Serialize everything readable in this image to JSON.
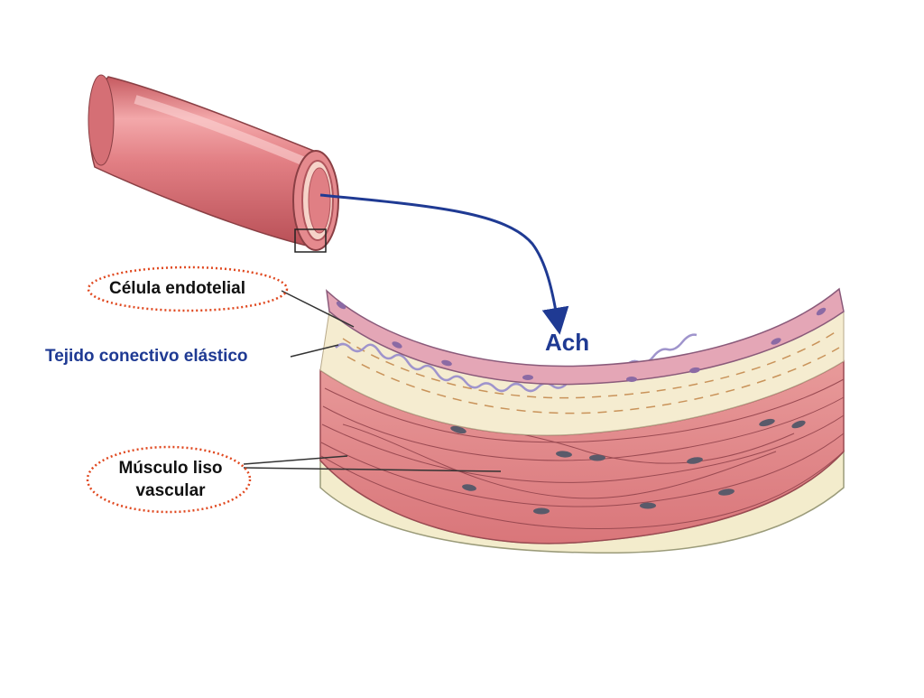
{
  "labels": {
    "endothelial_cell": "Célula endotelial",
    "elastic_connective_tissue": "Tejido conectivo elástico",
    "smooth_muscle_line1": "Músculo liso",
    "smooth_muscle_line2": "vascular",
    "ach": "Ach"
  },
  "colors": {
    "vessel": "#e07f84",
    "vessel_shadow": "#c96569",
    "muscle": "#e38d8e",
    "muscle_nucleus": "#5a5a6a",
    "endothelium": "#e4a6b6",
    "endothelial_nucleus": "#8b6aa4",
    "connective_tissue": "#f5ecd0",
    "adventitia": "#f3eccc",
    "elastic_fiber": "#9f94cc",
    "arrow": "#1f3a93",
    "highlight_ellipse": "#e0481f"
  }
}
